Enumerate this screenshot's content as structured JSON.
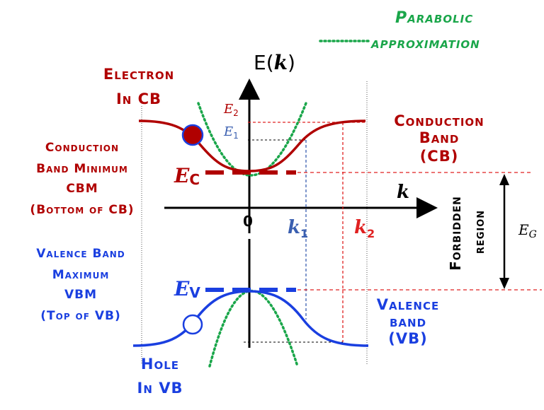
{
  "colors": {
    "conduction": "#b00000",
    "valence": "#1a3fe0",
    "parabola": "#1aa64a",
    "guide_black": "#000000",
    "guide_red": "#e02020",
    "guide_blue": "#3a5fb0"
  },
  "legend": {
    "line1": "Parabolic",
    "line2": "approximation"
  },
  "axes": {
    "y_label_E": "E(",
    "y_label_k": "k",
    "y_label_close": ")",
    "x_label": "k",
    "origin": "0"
  },
  "conduction": {
    "electron_line1": "Electron",
    "electron_line2": "In CB",
    "band_line1": "Conduction",
    "band_line2": "Band",
    "band_line3": "(CB)",
    "cbm_line1": "Conduction",
    "cbm_line2": "Band Minimum",
    "cbm_line3": "CBM",
    "cbm_line4": "(Bottom of CB)",
    "edge_E": "E",
    "edge_sub": "C",
    "level_E2": "E",
    "level_E2_sub": "2",
    "level_E1": "E",
    "level_E1_sub": "1"
  },
  "ticks": {
    "k1": "k",
    "k1_sub": "1",
    "k2": "k",
    "k2_sub": "2"
  },
  "gap": {
    "forbidden_line1": "Forbidden",
    "forbidden_line2": "region",
    "eg": "E",
    "eg_sub": "G"
  },
  "valence": {
    "vbm_line1": "Valence Band",
    "vbm_line2": "Maximum",
    "vbm_line3": "VBM",
    "vbm_line4": "(Top of VB)",
    "edge_E": "E",
    "edge_sub": "V",
    "band_line1": "Valence",
    "band_line2": "band",
    "band_line3": "(VB)",
    "hole_line1": "Hole",
    "hole_line2": "In VB"
  }
}
